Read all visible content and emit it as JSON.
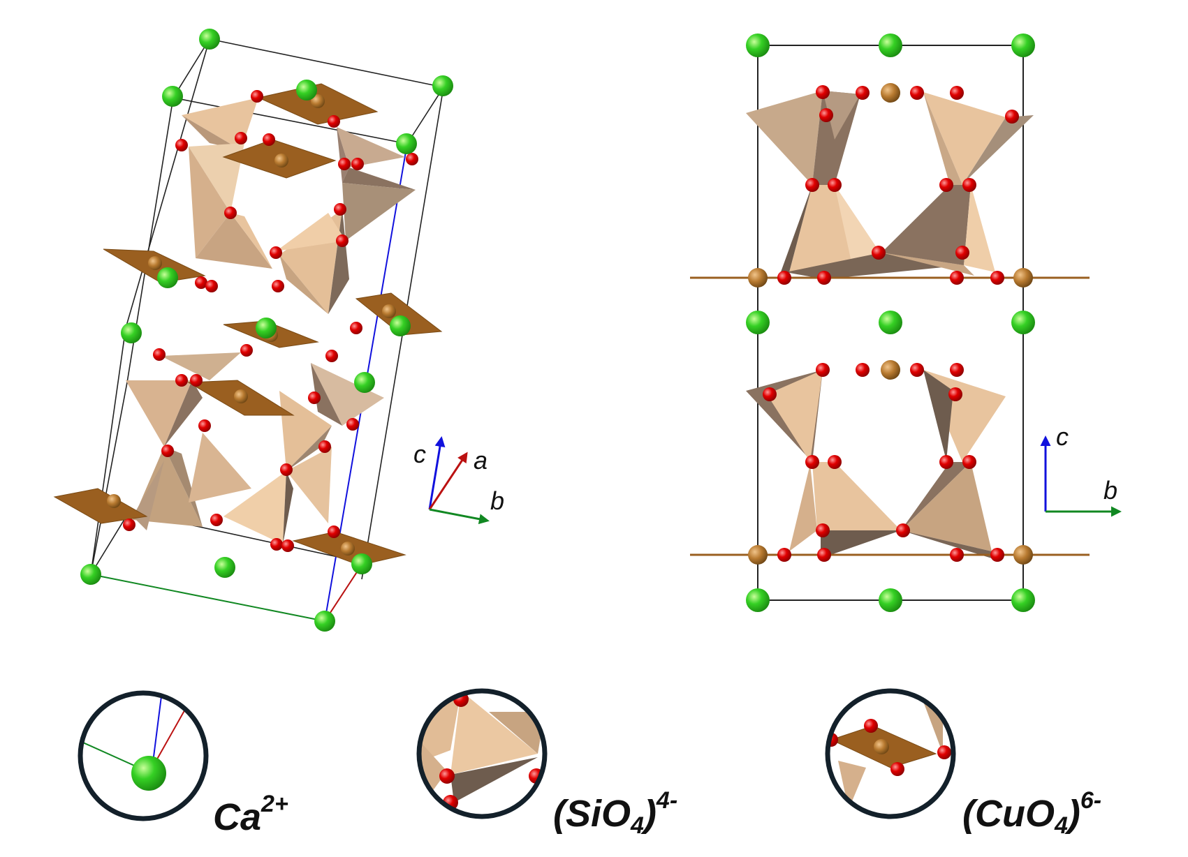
{
  "views": {
    "oblique": {
      "axes": [
        "c",
        "a",
        "b"
      ]
    },
    "projection": {
      "axes": [
        "c",
        "b"
      ]
    }
  },
  "legend": [
    {
      "ion": "Ca",
      "sub": "",
      "charge": "2+"
    },
    {
      "ion": "(SiO",
      "sub": "4",
      "close": ")",
      "charge": "4-"
    },
    {
      "ion": "(CuO",
      "sub": "4",
      "close": ")",
      "charge": "6-"
    }
  ],
  "colors": {
    "calcium": "#33cc22",
    "oxygen": "#dd0000",
    "copper": "#b87a30",
    "silicate_light": "#e8c49e",
    "silicate_dark": "#8a7260",
    "cuo4_plane": "#9a5f20",
    "axis_a": "#bb1111",
    "axis_b": "#118822",
    "axis_c": "#1111dd",
    "inset_ring": "#13202a"
  }
}
